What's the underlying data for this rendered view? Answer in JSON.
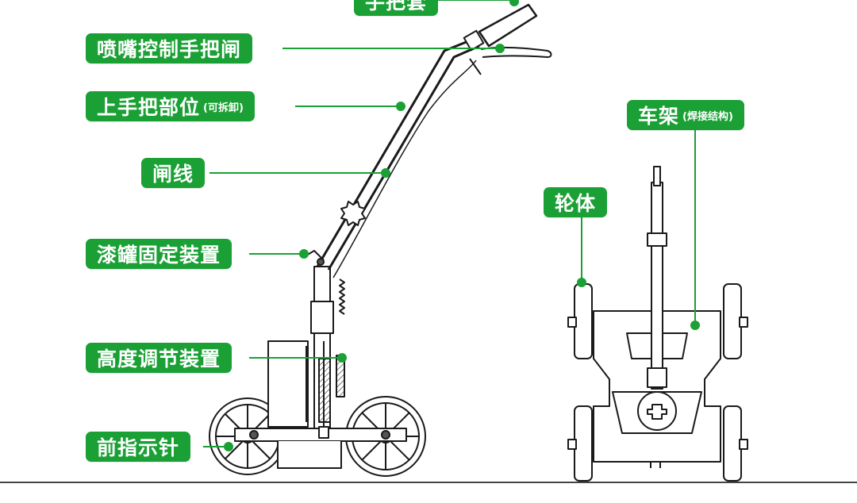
{
  "colors": {
    "accent": "#1aa035",
    "line": "#1a1a1a"
  },
  "labels": {
    "grip": {
      "main": "手把套"
    },
    "nozzle_brake": {
      "main": "喷嘴控制手把闸"
    },
    "upper_handle": {
      "main": "上手把部位",
      "note": "(可拆卸)"
    },
    "brake_cable": {
      "main": "闸线"
    },
    "can_holder": {
      "main": "漆罐固定装置"
    },
    "height_adjust": {
      "main": "高度调节装置"
    },
    "front_pointer": {
      "main": "前指示针"
    },
    "frame": {
      "main": "车架",
      "note": "(焊接结构)"
    },
    "wheel": {
      "main": "轮体"
    }
  }
}
